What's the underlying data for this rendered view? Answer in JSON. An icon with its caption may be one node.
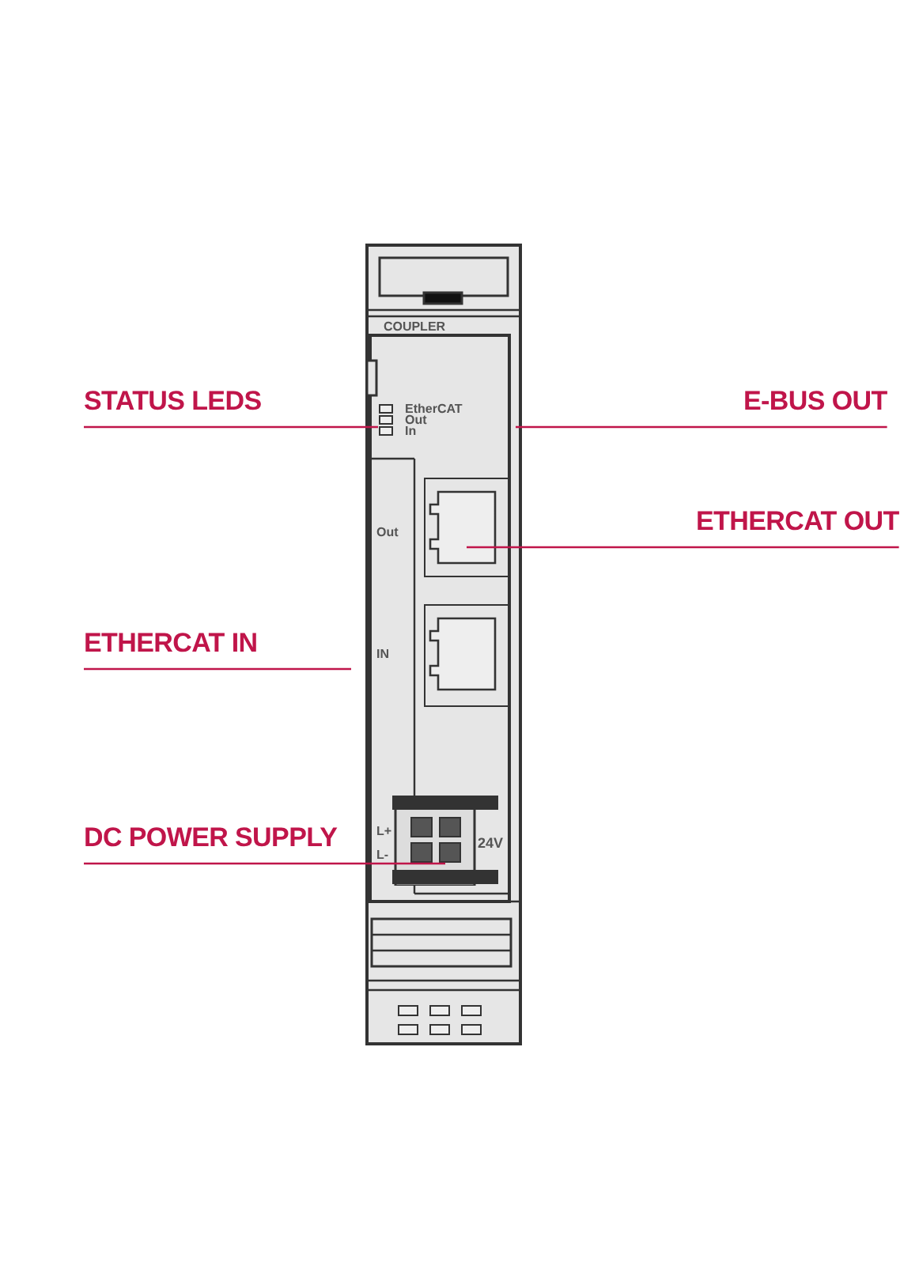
{
  "diagram": {
    "nodes": [
      {
        "text": [
          "STATUS LEDS"
        ]
      },
      {
        "text": [],
        "shape": "box"
      },
      {
        "text": [
          "E-BUS OUT"
        ]
      },
      {
        "text": [
          "ETHERCAT OUT"
        ]
      },
      {
        "text": [],
        "shape": "box"
      },
      {
        "text": [],
        "shape": "box"
      },
      {
        "text": [
          "ETHERCAT IN"
        ]
      },
      {
        "text": [
          "DC POWER SUPPLY"
        ]
      },
      {
        "text": [],
        "shape": "box"
      }
    ],
    "edges": [
      {
        "from": 0,
        "to": 1,
        "arrow": "none"
      },
      {
        "from": 2,
        "to": null,
        "arrow": "none"
      },
      {
        "from": 3,
        "to": 4,
        "arrow": "none"
      },
      {
        "from": 6,
        "to": null,
        "arrow": "none"
      },
      {
        "from": 7,
        "to": 8,
        "arrow": "none"
      }
    ],
    "labels": [
      "COUPLER",
      "EtherCAT",
      "Out",
      "In",
      "Out",
      "IN",
      "L+",
      "L-",
      "24V"
    ]
  }
}
